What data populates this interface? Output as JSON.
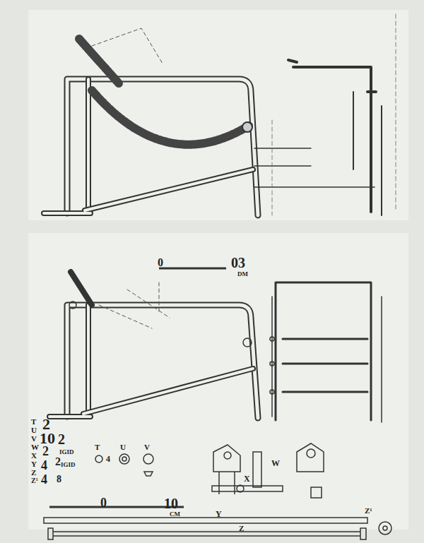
{
  "diagram": {
    "labels": [
      "0",
      "03",
      "DM",
      "T",
      "U",
      "V",
      "W",
      "X",
      "Y",
      "Z",
      "Z¹",
      "2",
      "10",
      "2",
      "2",
      "IGID",
      "2",
      "4",
      "IGID",
      "4",
      "8",
      "T",
      "U",
      "V",
      "4",
      "W",
      "X",
      "Y",
      "Z",
      "Z¹",
      "0",
      "10",
      "CM"
    ]
  }
}
